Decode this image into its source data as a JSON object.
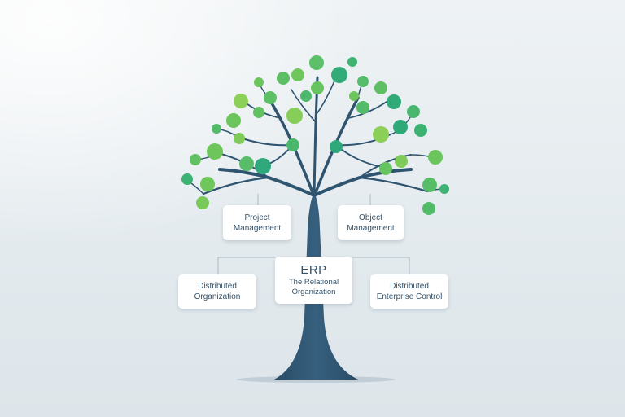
{
  "colors": {
    "trunk": "#2f5470",
    "leaf_light": "#7cc84e",
    "leaf_mid": "#4db86a",
    "leaf_dark": "#2faa7a",
    "card_text": "#34526a"
  },
  "diagram": {
    "center": {
      "title": "ERP",
      "line1": "The Relational",
      "line2": "Organization"
    },
    "nodes": [
      {
        "id": "project-management",
        "line1": "Project",
        "line2": "Management"
      },
      {
        "id": "object-management",
        "line1": "Object",
        "line2": "Management"
      },
      {
        "id": "distributed-organization",
        "line1": "Distributed",
        "line2": "Organization"
      },
      {
        "id": "enterprise-control",
        "line1": "Distributed",
        "line2": "Enterprise Control"
      }
    ]
  }
}
